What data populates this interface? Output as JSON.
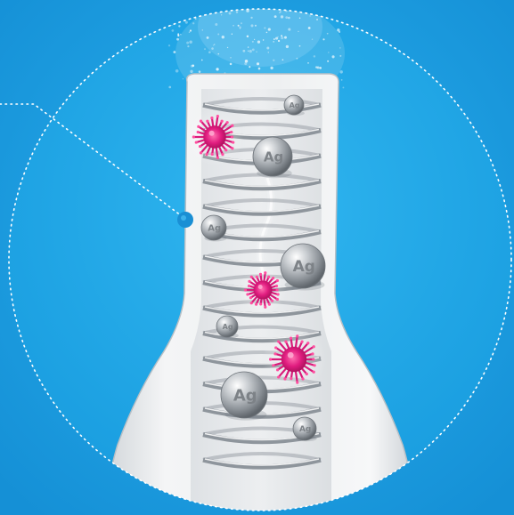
{
  "illustration": {
    "colors": {
      "background": "#1a9ee0",
      "circle_fill": "#1aa3e6",
      "dotted_outline": "#ffffff",
      "connector_dot": "#1a8fd4",
      "tube": "#e6e8ea",
      "spring": "#b7bcc1",
      "silver_ball": "#9aa0a6",
      "germ": "#d81b7a"
    },
    "icons": [
      "germ-icon",
      "silver-ion-ball",
      "spring-coil",
      "mist-spray",
      "connector-dot"
    ],
    "silver_labels": [
      {
        "text": "Ag"
      },
      {
        "text": "Ag"
      },
      {
        "text": "Ag"
      },
      {
        "text": "Ag"
      },
      {
        "text": "Ag"
      },
      {
        "text": "Ag"
      },
      {
        "text": "Ag"
      }
    ]
  }
}
